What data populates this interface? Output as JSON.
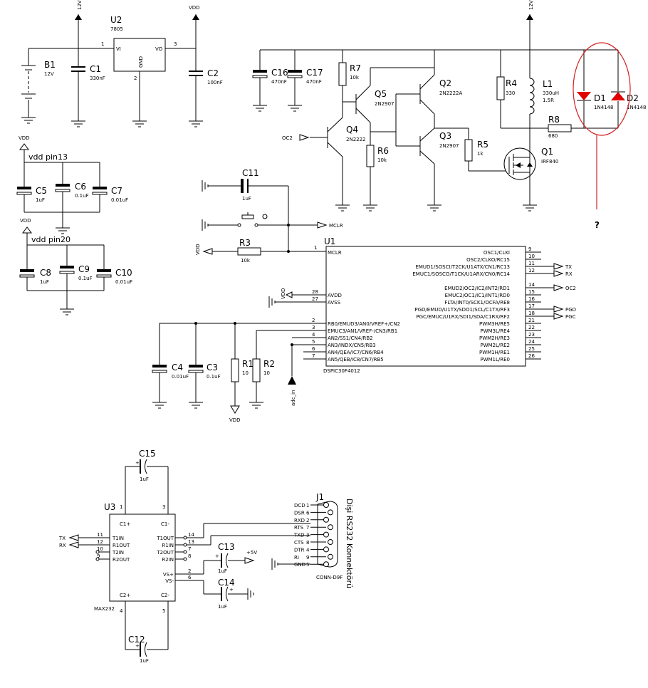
{
  "power": {
    "v12": "12V",
    "vdd": "VDD",
    "p5v": "+5V"
  },
  "components": {
    "B1": {
      "ref": "B1",
      "value": "12V"
    },
    "C1": {
      "ref": "C1",
      "value": "330nF"
    },
    "U2": {
      "ref": "U2",
      "value": "7805",
      "vi": "VI",
      "vo": "VO",
      "gnd": "GND",
      "p1": "1",
      "p2": "2",
      "p3": "3"
    },
    "C2": {
      "ref": "C2",
      "value": "100nF"
    },
    "C16": {
      "ref": "C16",
      "value": "470nF"
    },
    "C17": {
      "ref": "C17",
      "value": "470nF"
    },
    "R7": {
      "ref": "R7",
      "value": "10k"
    },
    "Q5": {
      "ref": "Q5",
      "value": "2N2907"
    },
    "Q2": {
      "ref": "Q2",
      "value": "2N2222A"
    },
    "Q4": {
      "ref": "Q4",
      "value": "2N2222"
    },
    "Q3": {
      "ref": "Q3",
      "value": "2N2907"
    },
    "R6": {
      "ref": "R6",
      "value": "10k"
    },
    "R5": {
      "ref": "R5",
      "value": "1k"
    },
    "R4": {
      "ref": "R4",
      "value": "330"
    },
    "L1": {
      "ref": "L1",
      "value": "330uH",
      "value2": "1.5R"
    },
    "R8": {
      "ref": "R8",
      "value": "680"
    },
    "Q1": {
      "ref": "Q1",
      "value": "IRF840"
    },
    "D1": {
      "ref": "D1",
      "value": "1N4148"
    },
    "D2": {
      "ref": "D2",
      "value": "1N4148"
    },
    "C5": {
      "ref": "C5",
      "value": "1uF"
    },
    "C6": {
      "ref": "C6",
      "value": "0.1uF"
    },
    "C7": {
      "ref": "C7",
      "value": "0.01uF"
    },
    "C8": {
      "ref": "C8",
      "value": "1uF"
    },
    "C9": {
      "ref": "C9",
      "value": "0.1uF"
    },
    "C10": {
      "ref": "C10",
      "value": "0.01uF"
    },
    "C11": {
      "ref": "C11",
      "value": "1uF"
    },
    "R3": {
      "ref": "R3",
      "value": "10k"
    },
    "C4": {
      "ref": "C4",
      "value": "0.01uF"
    },
    "C3": {
      "ref": "C3",
      "value": "0.1uF"
    },
    "R1": {
      "ref": "R1",
      "value": "10"
    },
    "R2": {
      "ref": "R2",
      "value": "10"
    },
    "U1": {
      "ref": "U1",
      "part": "DSPIC30F4012"
    },
    "C15": {
      "ref": "C15",
      "value": "1uF"
    },
    "U3": {
      "ref": "U3",
      "part": "MAX232"
    },
    "C13": {
      "ref": "C13",
      "value": "1uF"
    },
    "C14": {
      "ref": "C14",
      "value": "1uF"
    },
    "C12": {
      "ref": "C12",
      "value": "1uF"
    },
    "J1": {
      "ref": "J1",
      "part": "CONN-D9F",
      "title": "Dişi RS232 Konnektörü"
    }
  },
  "notes": {
    "vddpin13": "vdd pin13",
    "vddpin20": "vdd pin20",
    "question": "?",
    "adc_in": "adc_in"
  },
  "nets": {
    "oc2": "OC2",
    "mclr": "MCLR",
    "tx": "TX",
    "rx": "RX",
    "pgd": "PGD",
    "pgc": "PGC"
  },
  "u1_left": [
    {
      "pin": "1",
      "name": "MCLR"
    },
    {
      "pin": "28",
      "name": "AVDD"
    },
    {
      "pin": "27",
      "name": "AVSS"
    },
    {
      "pin": "2",
      "name": "RB0/EMUD3/AN0/VREF+/CN2"
    },
    {
      "pin": "3",
      "name": "EMUC3/AN1/VREF-/CN3/RB1"
    },
    {
      "pin": "4",
      "name": "AN2/SS1/CN4/RB2"
    },
    {
      "pin": "5",
      "name": "AN3/INDX/CN5/RB3"
    },
    {
      "pin": "6",
      "name": "AN4/QEA/IC7/CN6/RB4"
    },
    {
      "pin": "7",
      "name": "AN5/QEB/IC8/CN7/RB5"
    }
  ],
  "u1_right": [
    {
      "pin": "9",
      "name": "OSC1/CLKI"
    },
    {
      "pin": "10",
      "name": "OSC2/CLKO/RC15"
    },
    {
      "pin": "11",
      "name": "EMUD1/SOSCI/T2CK/U1ATX/CN1/RC13"
    },
    {
      "pin": "12",
      "name": "EMUC1/SOSCO/T1CK/U1ARX/CN0/RC14"
    },
    {
      "pin": "14",
      "name": "EMUD2/OC2/IC2/INT2/RD1"
    },
    {
      "pin": "15",
      "name": "EMUC2/OC1/IC1/INT1/RD0"
    },
    {
      "pin": "16",
      "name": "FLTA/INT0/SCK1/OCFA/RE8"
    },
    {
      "pin": "17",
      "name": "PGD/EMUD/U1TX/SDO1/SCL/C1TX/RF3"
    },
    {
      "pin": "18",
      "name": "PGC/EMUC/U1RX/SDI1/SDA/C1RX/RF2"
    },
    {
      "pin": "21",
      "name": "PWM3H/RE5"
    },
    {
      "pin": "22",
      "name": "PWM3L/RE4"
    },
    {
      "pin": "23",
      "name": "PWM2H/RE3"
    },
    {
      "pin": "24",
      "name": "PWM2L/RE2"
    },
    {
      "pin": "25",
      "name": "PWM1H/RE1"
    },
    {
      "pin": "26",
      "name": "PWM1L/RE0"
    }
  ],
  "u3_left": [
    {
      "pin": "11",
      "name": "T1IN"
    },
    {
      "pin": "12",
      "name": "R1OUT"
    },
    {
      "pin": "10",
      "name": "T2IN"
    },
    {
      "pin": "9",
      "name": "R2OUT"
    }
  ],
  "u3_right": [
    {
      "pin": "14",
      "name": "T1OUT"
    },
    {
      "pin": "13",
      "name": "R1IN"
    },
    {
      "pin": "7",
      "name": "T2OUT"
    },
    {
      "pin": "8",
      "name": "R2IN"
    },
    {
      "pin": "2",
      "name": "VS+"
    },
    {
      "pin": "6",
      "name": "VS-"
    }
  ],
  "u3_misc": {
    "c1p": "C1+",
    "c1m": "C1-",
    "c2p": "C2+",
    "c2m": "C2-",
    "p1": "1",
    "p3": "3",
    "p4": "4",
    "p5": "5"
  },
  "j1_pins": [
    {
      "name": "DCD",
      "pin": "1"
    },
    {
      "name": "DSR",
      "pin": "6"
    },
    {
      "name": "RXD",
      "pin": "2"
    },
    {
      "name": "RTS",
      "pin": "7"
    },
    {
      "name": "TXD",
      "pin": "3"
    },
    {
      "name": "CTS",
      "pin": "8"
    },
    {
      "name": "DTR",
      "pin": "4"
    },
    {
      "name": "RI",
      "pin": "9"
    },
    {
      "name": "GND",
      "pin": "5"
    }
  ],
  "colors": {
    "highlight": "#d42020",
    "diode": "#e00000"
  }
}
